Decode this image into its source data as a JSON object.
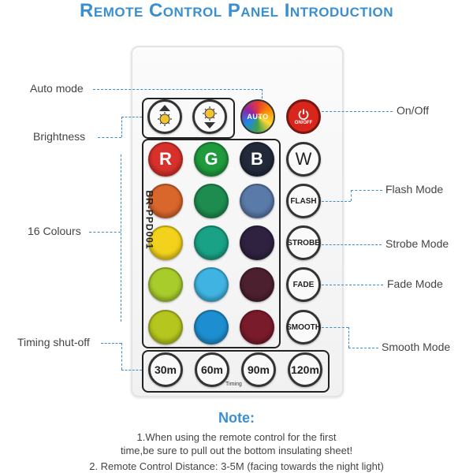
{
  "title": "Remote Control Panel Introduction",
  "model_label": "BR-PPD001",
  "timing_label": "Timing",
  "callouts": {
    "auto_mode": "Auto mode",
    "brightness": "Brightness",
    "colours": "16 Colours",
    "timing": "Timing shut-off",
    "on_off": "On/Off",
    "flash": "Flash Mode",
    "strobe": "Strobe Mode",
    "fade": "Fade Mode",
    "smooth": "Smooth Mode"
  },
  "buttons": {
    "auto": "AUTO",
    "power": "ON/OFF",
    "r": "R",
    "g": "G",
    "b": "B",
    "w": "W",
    "flash": "FLASH",
    "strobe": "STROBE",
    "fade": "FADE",
    "smooth": "SMOOTH",
    "timers": [
      "30m",
      "60m",
      "90m",
      "120m"
    ]
  },
  "colour_grid": [
    [
      "#d8312c",
      "#1f9a3c",
      "#222a3a"
    ],
    [
      "#d9662a",
      "#1e8c4f",
      "#5a7aa8"
    ],
    [
      "#f2d21b",
      "#1aa286",
      "#2f2240"
    ],
    [
      "#a8cc2b",
      "#3fb4e2",
      "#4d2030"
    ],
    [
      "#b5c61e",
      "#1d8fd0",
      "#7a1b2c"
    ]
  ],
  "note": {
    "title": "Note:",
    "line1": "1.When using the remote control for the first",
    "line2": "time,be sure to pull out the bottom insulating sheet!",
    "line3": "2. Remote Control Distance: 3-5M (facing towards the night light)"
  }
}
